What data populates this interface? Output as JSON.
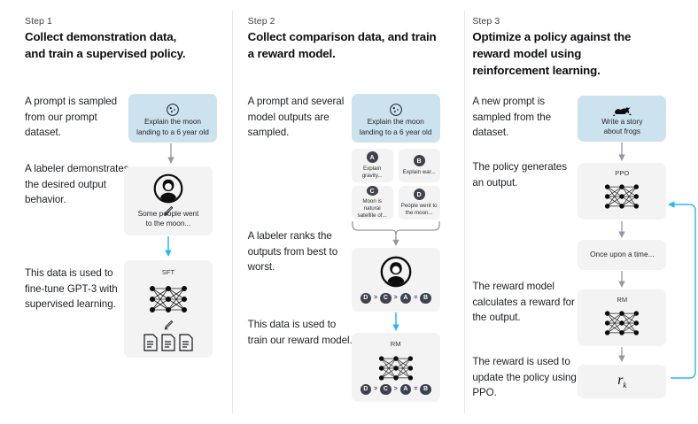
{
  "theme": {
    "background": "#ffffff",
    "card_grey": "#f3f3f3",
    "card_blue": "#cde2ef",
    "badge_dark": "#3c4250",
    "arrow_grey": "#9497a3",
    "arrow_blue": "#29b6f6",
    "loop_blue": "#29b6f6",
    "divider": "#e8e8ea",
    "text": "#1b1f23"
  },
  "columns": [
    {
      "step_label": "Step 1",
      "title": "Collect demonstration data,\nand train a supervised policy.",
      "paragraphs": [
        "A prompt is\nsampled from our\nprompt dataset.",
        "A labeler\ndemonstrates the\ndesired output\nbehavior.",
        "This data is used\nto fine-tune GPT-3\nwith supervised\nlearning."
      ],
      "nodes": [
        {
          "name": "prompt-card",
          "icon": "moon-icon",
          "text": "Explain the moon\nlanding to a 6 year old"
        },
        {
          "name": "labeler-card",
          "icon": "labeler-avatar-icon",
          "secondary_icon": "pencil-icon",
          "text": "Some people went\nto the moon..."
        },
        {
          "name": "sft-card",
          "caption": "SFT",
          "icon": "neural-network-icon",
          "secondary_icon": "pencil-icon",
          "tertiary_icon": "documents-icon"
        }
      ]
    },
    {
      "step_label": "Step 2",
      "title": "Collect comparison data,\nand train a reward model.",
      "paragraphs": [
        "A prompt and\nseveral model\noutputs are\nsampled.",
        "A labeler ranks\nthe outputs from\nbest to worst.",
        "This data is used\nto train our\nreward model."
      ],
      "nodes": [
        {
          "name": "prompt-card",
          "icon": "moon-icon",
          "text": "Explain the moon\nlanding to a 6 year old"
        },
        {
          "name": "ranking-card",
          "icon": "labeler-avatar-icon",
          "ranking": [
            "D",
            ">",
            "C",
            ">",
            "A",
            "=",
            "B"
          ]
        },
        {
          "name": "rm-card",
          "caption": "RM",
          "icon": "neural-network-icon",
          "ranking": [
            "D",
            ">",
            "C",
            ">",
            "A",
            "=",
            "B"
          ]
        }
      ],
      "options": [
        {
          "badge": "A",
          "text": "Explain gravity..."
        },
        {
          "badge": "B",
          "text": "Explain war..."
        },
        {
          "badge": "C",
          "text": "Moon is natural\nsatellite of..."
        },
        {
          "badge": "D",
          "text": "People went to\nthe moon..."
        }
      ]
    },
    {
      "step_label": "Step 3",
      "title": "Optimize a policy against\nthe reward model using\nreinforcement learning.",
      "paragraphs": [
        "A new prompt\nis sampled from\nthe dataset.",
        "The policy\ngenerates\nan output.",
        "The reward model\ncalculates a\nreward for\nthe output.",
        "The reward is\nused to update\nthe policy\nusing PPO."
      ],
      "nodes": [
        {
          "name": "prompt-card",
          "icon": "frog-icon",
          "text": "Write a story\nabout frogs"
        },
        {
          "name": "ppo-card",
          "caption": "PPO",
          "icon": "neural-network-icon"
        },
        {
          "name": "output-card",
          "text": "Once upon a time..."
        },
        {
          "name": "rm-card",
          "caption": "RM",
          "icon": "neural-network-icon"
        },
        {
          "name": "reward-card",
          "formula_base": "r",
          "formula_sub": "k"
        }
      ]
    }
  ]
}
